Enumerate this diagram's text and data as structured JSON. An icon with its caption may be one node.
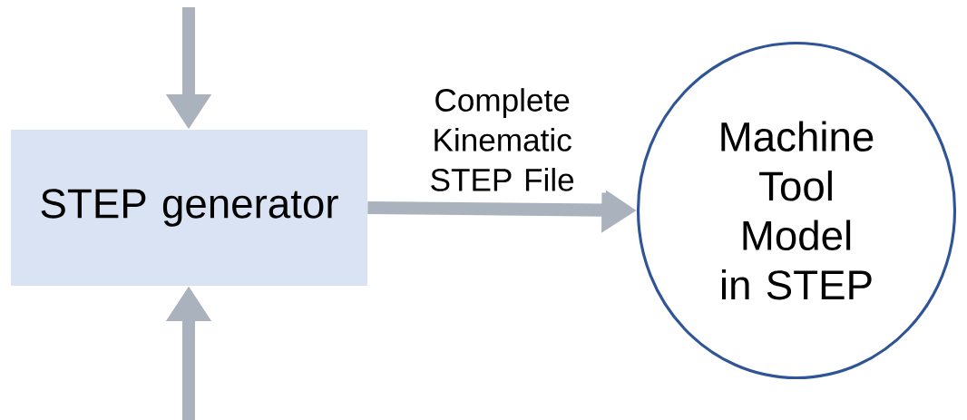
{
  "diagram": {
    "nodes": [
      {
        "text": [
          "STEP generator"
        ]
      },
      {
        "text": [
          "Machine Tool Model in STEP"
        ]
      }
    ],
    "edges": [
      {
        "from": null,
        "to": 0,
        "arrow": "to"
      },
      {
        "from": null,
        "to": 0,
        "arrow": "to"
      },
      {
        "from": 0,
        "to": 1,
        "arrow": "to",
        "label": "Complete Kinematic STEP File"
      }
    ]
  }
}
